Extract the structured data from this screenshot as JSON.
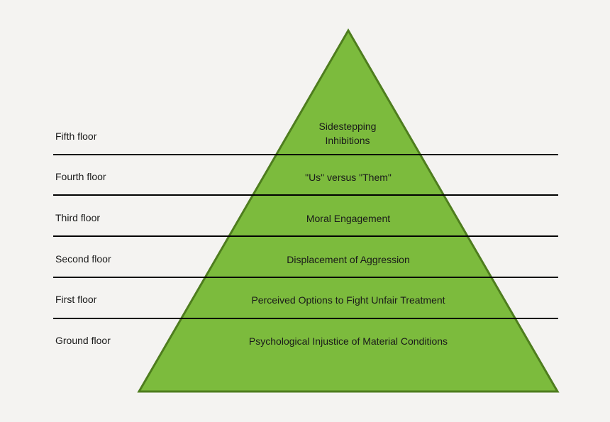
{
  "diagram": {
    "type": "pyramid",
    "floors": [
      {
        "label": "Fifth floor",
        "text": "Sidestepping Inhibitions"
      },
      {
        "label": "Fourth floor",
        "text": "\"Us\" versus \"Them\""
      },
      {
        "label": "Third floor",
        "text": "Moral Engagement"
      },
      {
        "label": "Second floor",
        "text": "Displacement of Aggression"
      },
      {
        "label": "First floor",
        "text": "Perceived Options to Fight Unfair Treatment"
      },
      {
        "label": "Ground floor",
        "text": "Psychological Injustice of Material Conditions"
      }
    ]
  },
  "colors": {
    "background": "#f4f3f1",
    "pyramid_fill": "#7cbb3d",
    "pyramid_border": "#4e7d1e",
    "line": "#000000",
    "text": "#1a1a1a"
  }
}
